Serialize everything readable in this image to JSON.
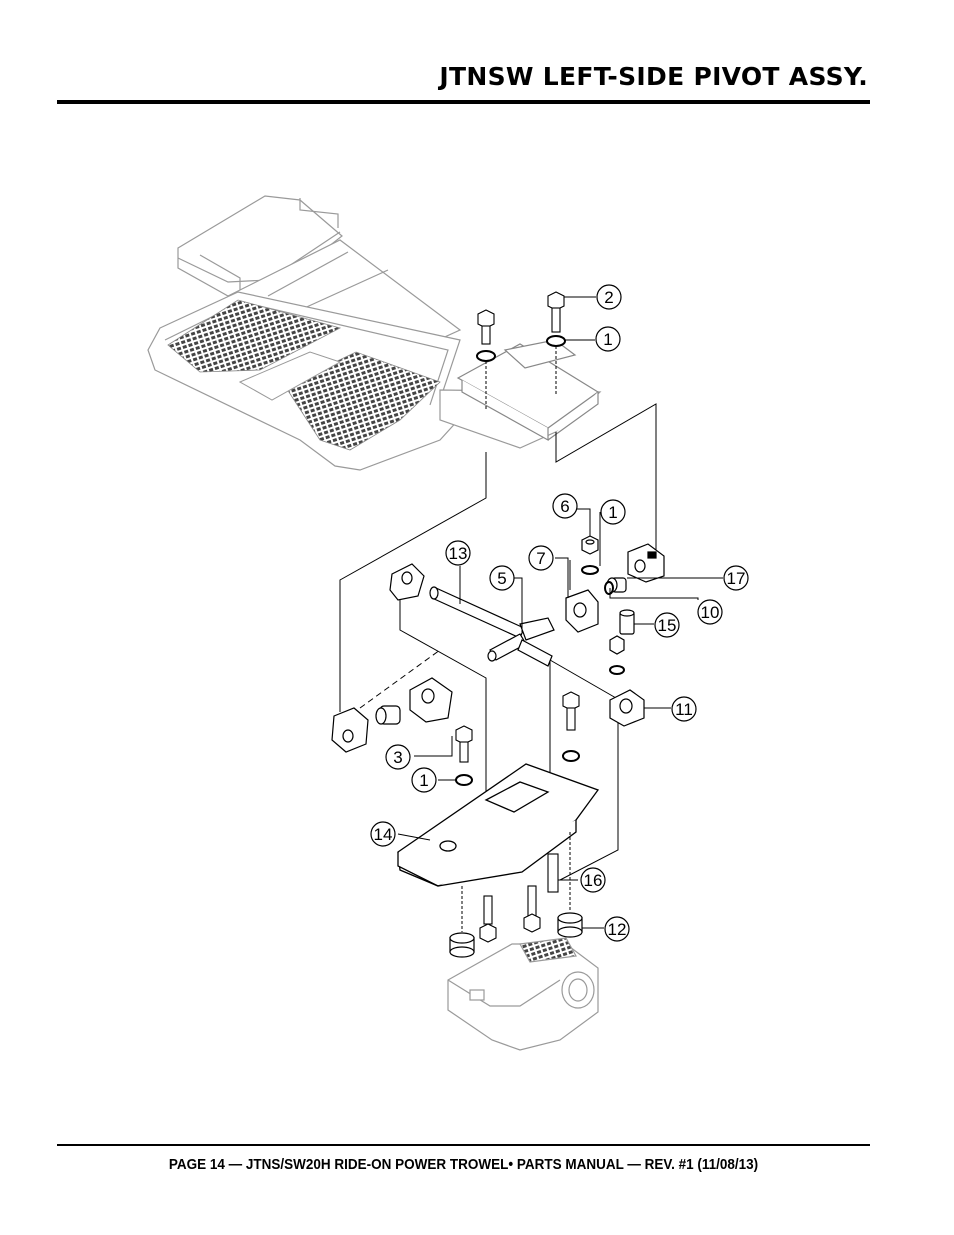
{
  "header": {
    "title": "JTNSW LEFT-SIDE PIVOT ASSY."
  },
  "footer": {
    "text": "PAGE 14 — JTNS/SW20H RIDE-ON POWER TROWEL• PARTS MANUAL — REV. #1 (11/08/13)"
  },
  "callouts": [
    {
      "id": "c2a",
      "label": "2"
    },
    {
      "id": "c1a",
      "label": "1"
    },
    {
      "id": "c6",
      "label": "6"
    },
    {
      "id": "c1b",
      "label": "1"
    },
    {
      "id": "c13",
      "label": "13"
    },
    {
      "id": "c7",
      "label": "7"
    },
    {
      "id": "c5",
      "label": "5"
    },
    {
      "id": "c17",
      "label": "17"
    },
    {
      "id": "c10",
      "label": "10"
    },
    {
      "id": "c15",
      "label": "15"
    },
    {
      "id": "c11",
      "label": "11"
    },
    {
      "id": "c3",
      "label": "3"
    },
    {
      "id": "c1c",
      "label": "1"
    },
    {
      "id": "c14",
      "label": "14"
    },
    {
      "id": "c16",
      "label": "16"
    },
    {
      "id": "c12",
      "label": "12"
    }
  ]
}
